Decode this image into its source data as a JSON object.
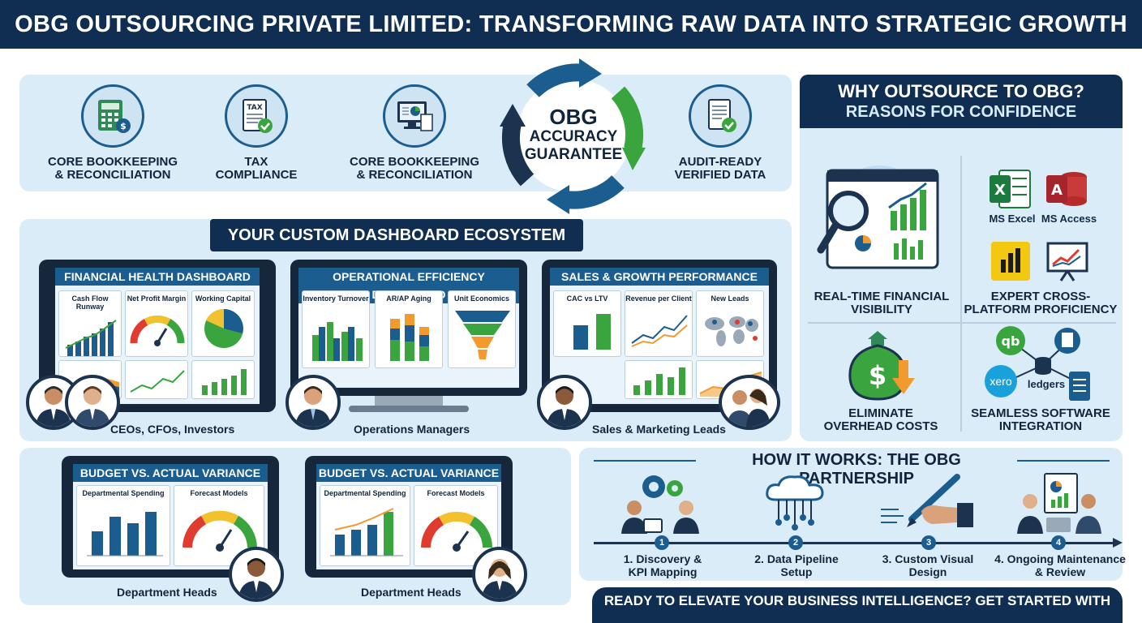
{
  "header": {
    "title": "OBG OUTSOURCING PRIVATE LIMITED: TRANSFORMING RAW DATA INTO STRATEGIC GROWTH"
  },
  "services": [
    {
      "label": "CORE BOOKKEEPING & RECONCILIATION",
      "icon": "calculator-icon"
    },
    {
      "label": "TAX COMPLIANCE",
      "icon": "tax-form-icon"
    },
    {
      "label": "CORE BOOKKEEPING & RECONCILIATION",
      "icon": "computer-report-icon"
    },
    {
      "label": "AUDIT-READY VERIFIED DATA",
      "icon": "verified-document-icon"
    }
  ],
  "guarantee": {
    "line1": "OBG",
    "line2": "ACCURACY",
    "line3": "GUARANTEE"
  },
  "ecosystem": {
    "title": "YOUR CUSTOM DASHBOARD ECOSYSTEM",
    "dashboards": [
      {
        "title": "FINANCIAL HEALTH DASHBOARD",
        "tiles": [
          "Cash Flow Runway",
          "Net Profit Margin",
          "Working Capital"
        ],
        "audience": "CEOs, CFOs, Investors"
      },
      {
        "title": "OPERATIONAL EFFICIENCY DASHBOARD",
        "tiles": [
          "Inventory Turnover",
          "AR/AP Aging",
          "Unit Economics"
        ],
        "audience": "Operations Managers"
      },
      {
        "title": "SALES & GROWTH PERFORMANCE",
        "tiles": [
          "CAC vs LTV",
          "Revenue per Client",
          "New Leads"
        ],
        "audience": "Sales & Marketing Leads"
      }
    ]
  },
  "variance": [
    {
      "title": "BUDGET VS. ACTUAL VARIANCE",
      "tiles": [
        "Departmental Spending",
        "Forecast Models"
      ],
      "audience": "Department Heads"
    },
    {
      "title": "BUDGET VS. ACTUAL VARIANCE",
      "tiles": [
        "Departmental Spending",
        "Forecast Models"
      ],
      "audience": "Department Heads"
    }
  ],
  "why": {
    "title": "WHY OUTSOURCE TO OBG?",
    "subtitle": "REASONS FOR CONFIDENCE",
    "items": [
      {
        "label": "REAL-TIME FINANCIAL VISIBILITY"
      },
      {
        "label": "EXPERT CROSS-PLATFORM PROFICIENCY"
      },
      {
        "label": "ELIMINATE OVERHEAD COSTS"
      },
      {
        "label": "SEAMLESS SOFTWARE INTEGRATION"
      }
    ],
    "software": {
      "excel": "MS Excel",
      "access": "MS Access",
      "xero": "xero",
      "ledgers": "ledgers"
    }
  },
  "how": {
    "title": "HOW IT WORKS: THE OBG PARTNERSHIP",
    "steps": [
      {
        "num": "1",
        "label": "1. Discovery & KPI Mapping"
      },
      {
        "num": "2",
        "label": "2. Data Pipeline Setup"
      },
      {
        "num": "3",
        "label": "3. Custom Visual Design"
      },
      {
        "num": "4",
        "label": "4. Ongoing Maintenance & Review"
      }
    ]
  },
  "cta": {
    "label": "READY TO ELEVATE YOUR BUSINESS INTELLIGENCE? GET STARTED WITH OBG"
  },
  "colors": {
    "navy": "#0f2e52",
    "blue": "#1c5d8f",
    "green": "#3aa43f",
    "panel": "#d9ecf8"
  }
}
